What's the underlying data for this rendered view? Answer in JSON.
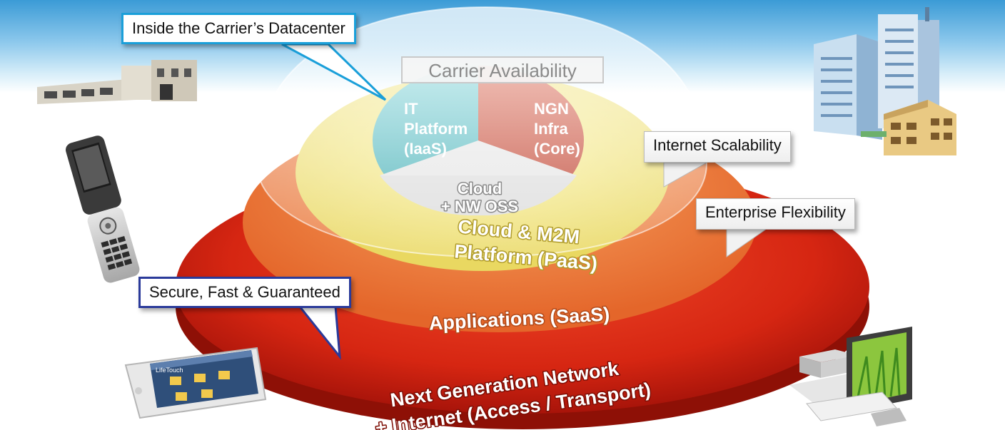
{
  "layers": {
    "core_it": [
      "IT",
      "Platform",
      "(IaaS)"
    ],
    "core_ngn": [
      "NGN",
      "Infra",
      "(Core)"
    ],
    "core_cloud": [
      "Cloud",
      "+ NW OSS"
    ],
    "paas": [
      "Cloud & M2M",
      "Platform (PaaS)"
    ],
    "saas": "Applications (SaaS)",
    "network": [
      "Next Generation Network",
      "+ Internet  (Access / Transport)"
    ]
  },
  "callouts": {
    "datacenter": "Inside the Carrier’s Datacenter",
    "carrier": "Carrier Availability",
    "internet": "Internet Scalability",
    "enterprise": "Enterprise Flexibility",
    "secure": "Secure, Fast & Guaranteed"
  },
  "devices": {
    "tablet_brand": "LifeTouch"
  },
  "colors": {
    "outer_ring": "#d62612",
    "saas_ring": "#ec7a34",
    "paas_ring": "#efe16e",
    "it_segment": "#4bb8bf",
    "ngn_segment": "#c8432f",
    "cloud_segment": "#dcdcdc",
    "callout_blue": "#1a9fd9",
    "callout_navy": "#2a3a9a"
  }
}
